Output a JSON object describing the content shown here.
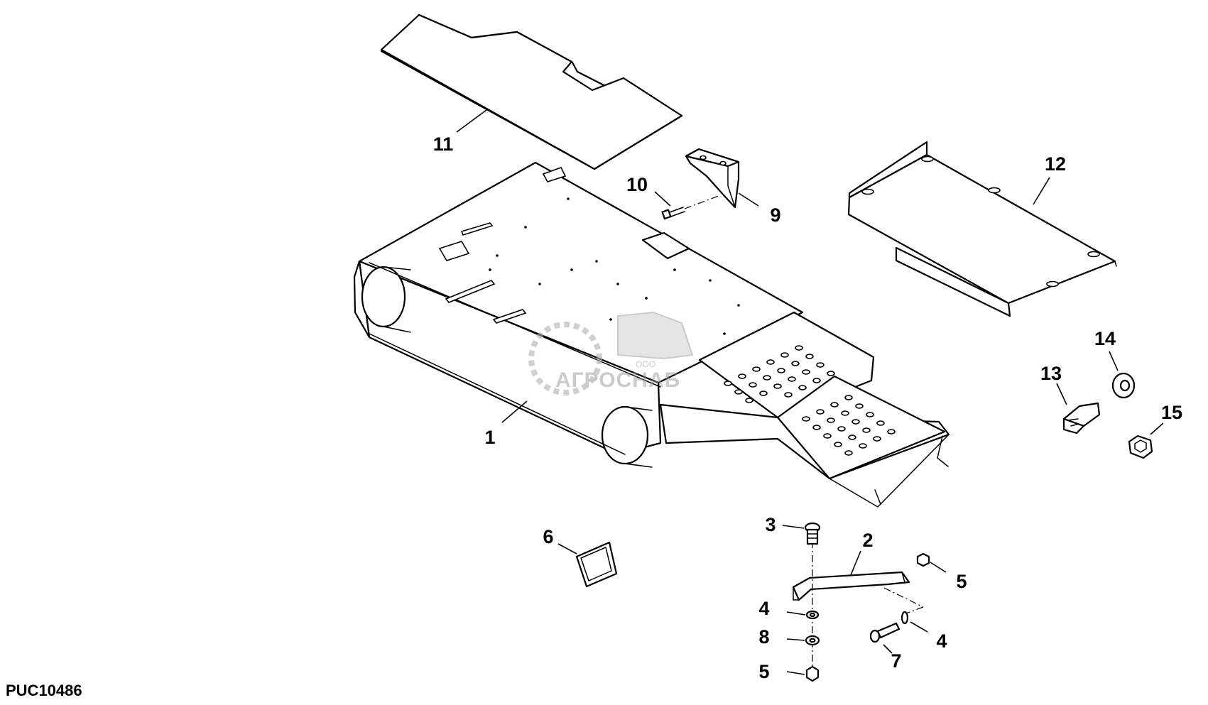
{
  "drawing_code": "PUC10486",
  "watermark": {
    "small": "ООО",
    "name": "АГРОСНАБ"
  },
  "callouts": {
    "c1": "1",
    "c2": "2",
    "c3": "3",
    "c4a": "4",
    "c4b": "4",
    "c5a": "5",
    "c5b": "5",
    "c6": "6",
    "c7": "7",
    "c8": "8",
    "c9": "9",
    "c10": "10",
    "c11": "11",
    "c12": "12",
    "c13": "13",
    "c14": "14",
    "c15": "15"
  }
}
